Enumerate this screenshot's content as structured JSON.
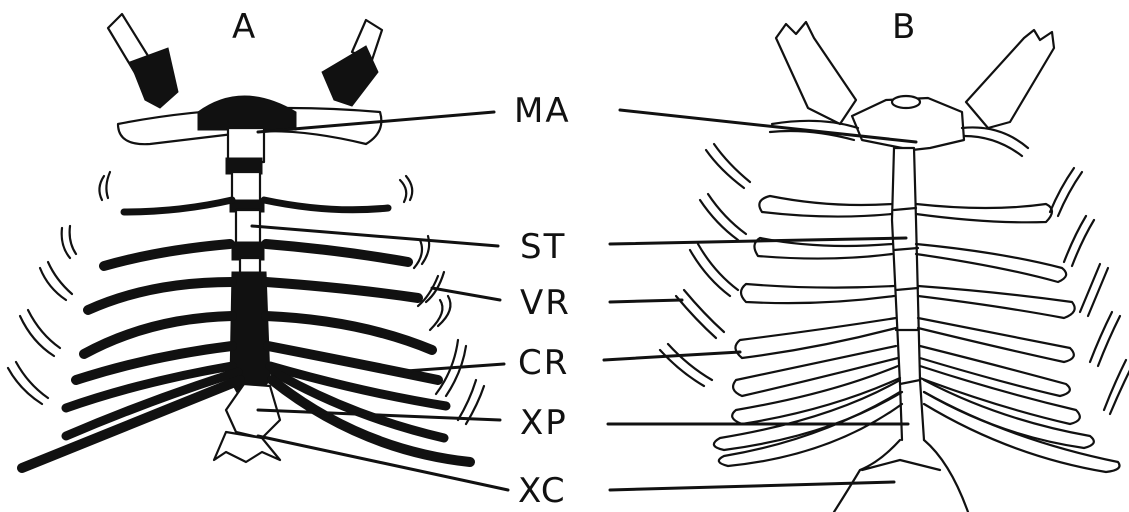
{
  "panels": {
    "left": "A",
    "right": "B"
  },
  "labels": {
    "ma": "MA",
    "st": "ST",
    "vr": "VR",
    "cr": "CR",
    "xp": "XP",
    "xc": "XC"
  },
  "colors": {
    "ink": "#111111",
    "background": "#ffffff"
  }
}
